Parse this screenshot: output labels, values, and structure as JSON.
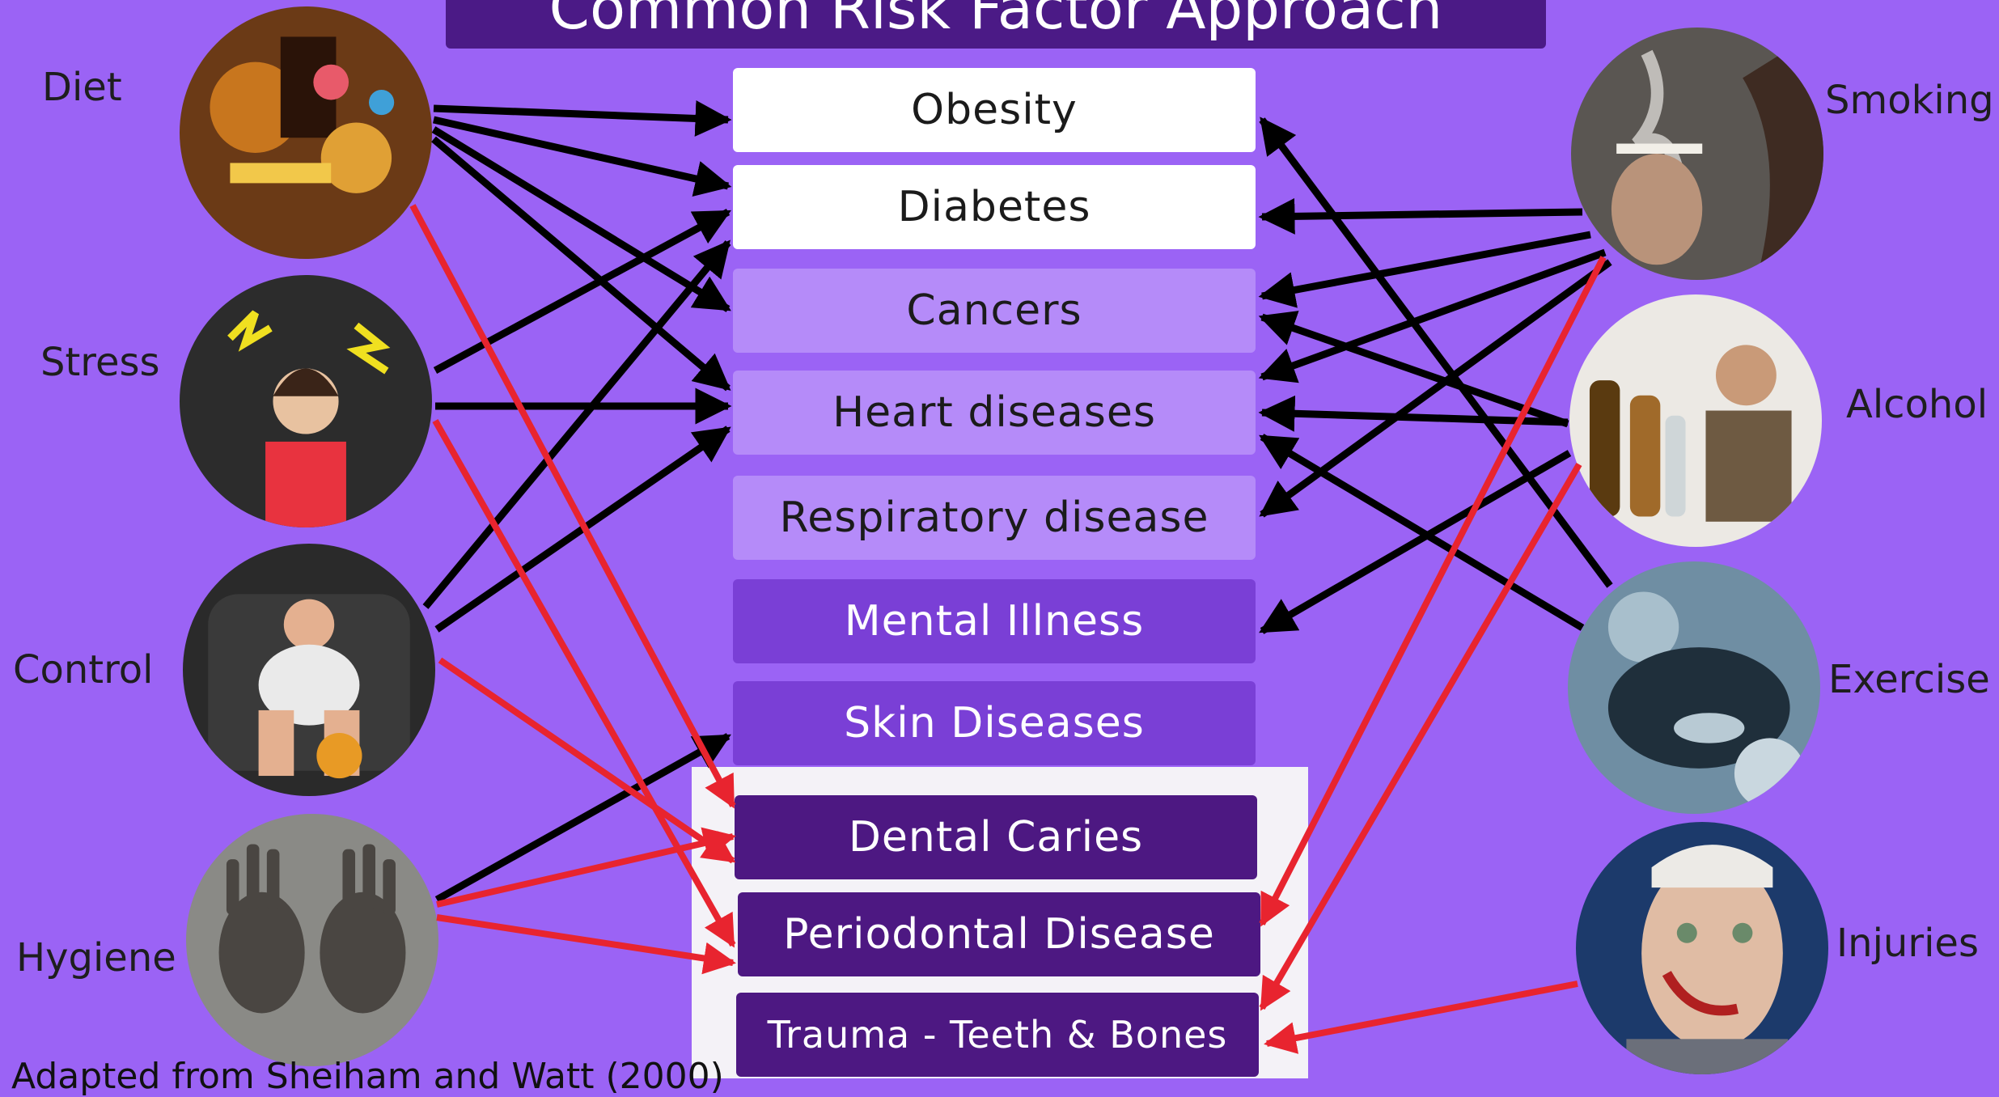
{
  "title": "Common Risk Factor Approach",
  "conditions": {
    "obesity": "Obesity",
    "diabetes": "Diabetes",
    "cancers": "Cancers",
    "heart": "Heart diseases",
    "respiratory": "Respiratory disease",
    "mental": "Mental Illness",
    "skin": "Skin Diseases",
    "caries": "Dental Caries",
    "periodontal": "Periodontal Disease",
    "trauma": "Trauma - Teeth & Bones"
  },
  "risk_factors_left": {
    "diet": "Diet",
    "stress": "Stress",
    "control": "Control",
    "hygiene": "Hygiene"
  },
  "risk_factors_right": {
    "smoking": "Smoking",
    "alcohol": "Alcohol",
    "exercise": "Exercise",
    "injuries": "Injuries"
  },
  "footnote": "Adapted from Sheiham and Watt (2000)",
  "colors": {
    "background": "#9b63f5",
    "title_bar": "#4b1a86",
    "general_link": "#000000",
    "oral_link": "#e8242f"
  }
}
